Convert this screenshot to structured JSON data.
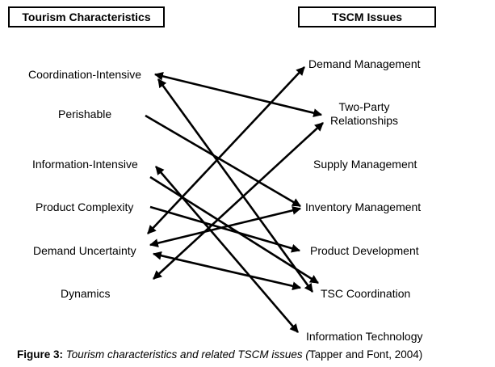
{
  "header_left": "Tourism Characteristics",
  "header_right": "TSCM Issues",
  "left_items": [
    "Coordination-Intensive",
    "Perishable",
    "Information-Intensive",
    "Product Complexity",
    "Demand Uncertainty",
    "Dynamics"
  ],
  "right_items": [
    "Demand Management",
    "Two-Party\nRelationships",
    "Supply Management",
    "Inventory Management",
    "Product Development",
    "TSC Coordination",
    "Information Technology"
  ],
  "connections": [
    {
      "from": "Coordination-Intensive",
      "to": "Two-Party Relationships",
      "heads": "both"
    },
    {
      "from": "Coordination-Intensive",
      "to": "TSC Coordination",
      "heads": "both"
    },
    {
      "from": "Perishable",
      "to": "Inventory Management",
      "heads": "end"
    },
    {
      "from": "Information-Intensive",
      "to": "TSC Coordination",
      "heads": "end"
    },
    {
      "from": "Information-Intensive",
      "to": "Information Technology",
      "heads": "both"
    },
    {
      "from": "Product Complexity",
      "to": "Product Development",
      "heads": "end"
    },
    {
      "from": "Demand Uncertainty",
      "to": "Demand Management",
      "heads": "both"
    },
    {
      "from": "Demand Uncertainty",
      "to": "Inventory Management",
      "heads": "both"
    },
    {
      "from": "Demand Uncertainty",
      "to": "TSC Coordination",
      "heads": "both"
    },
    {
      "from": "Dynamics",
      "to": "Two-Party Relationships",
      "heads": "both"
    }
  ],
  "caption": {
    "label": "Figure 3:",
    "italic": " Tourism characteristics and related TSCM issues (",
    "rest": "Tapper and Font, 2004)"
  }
}
